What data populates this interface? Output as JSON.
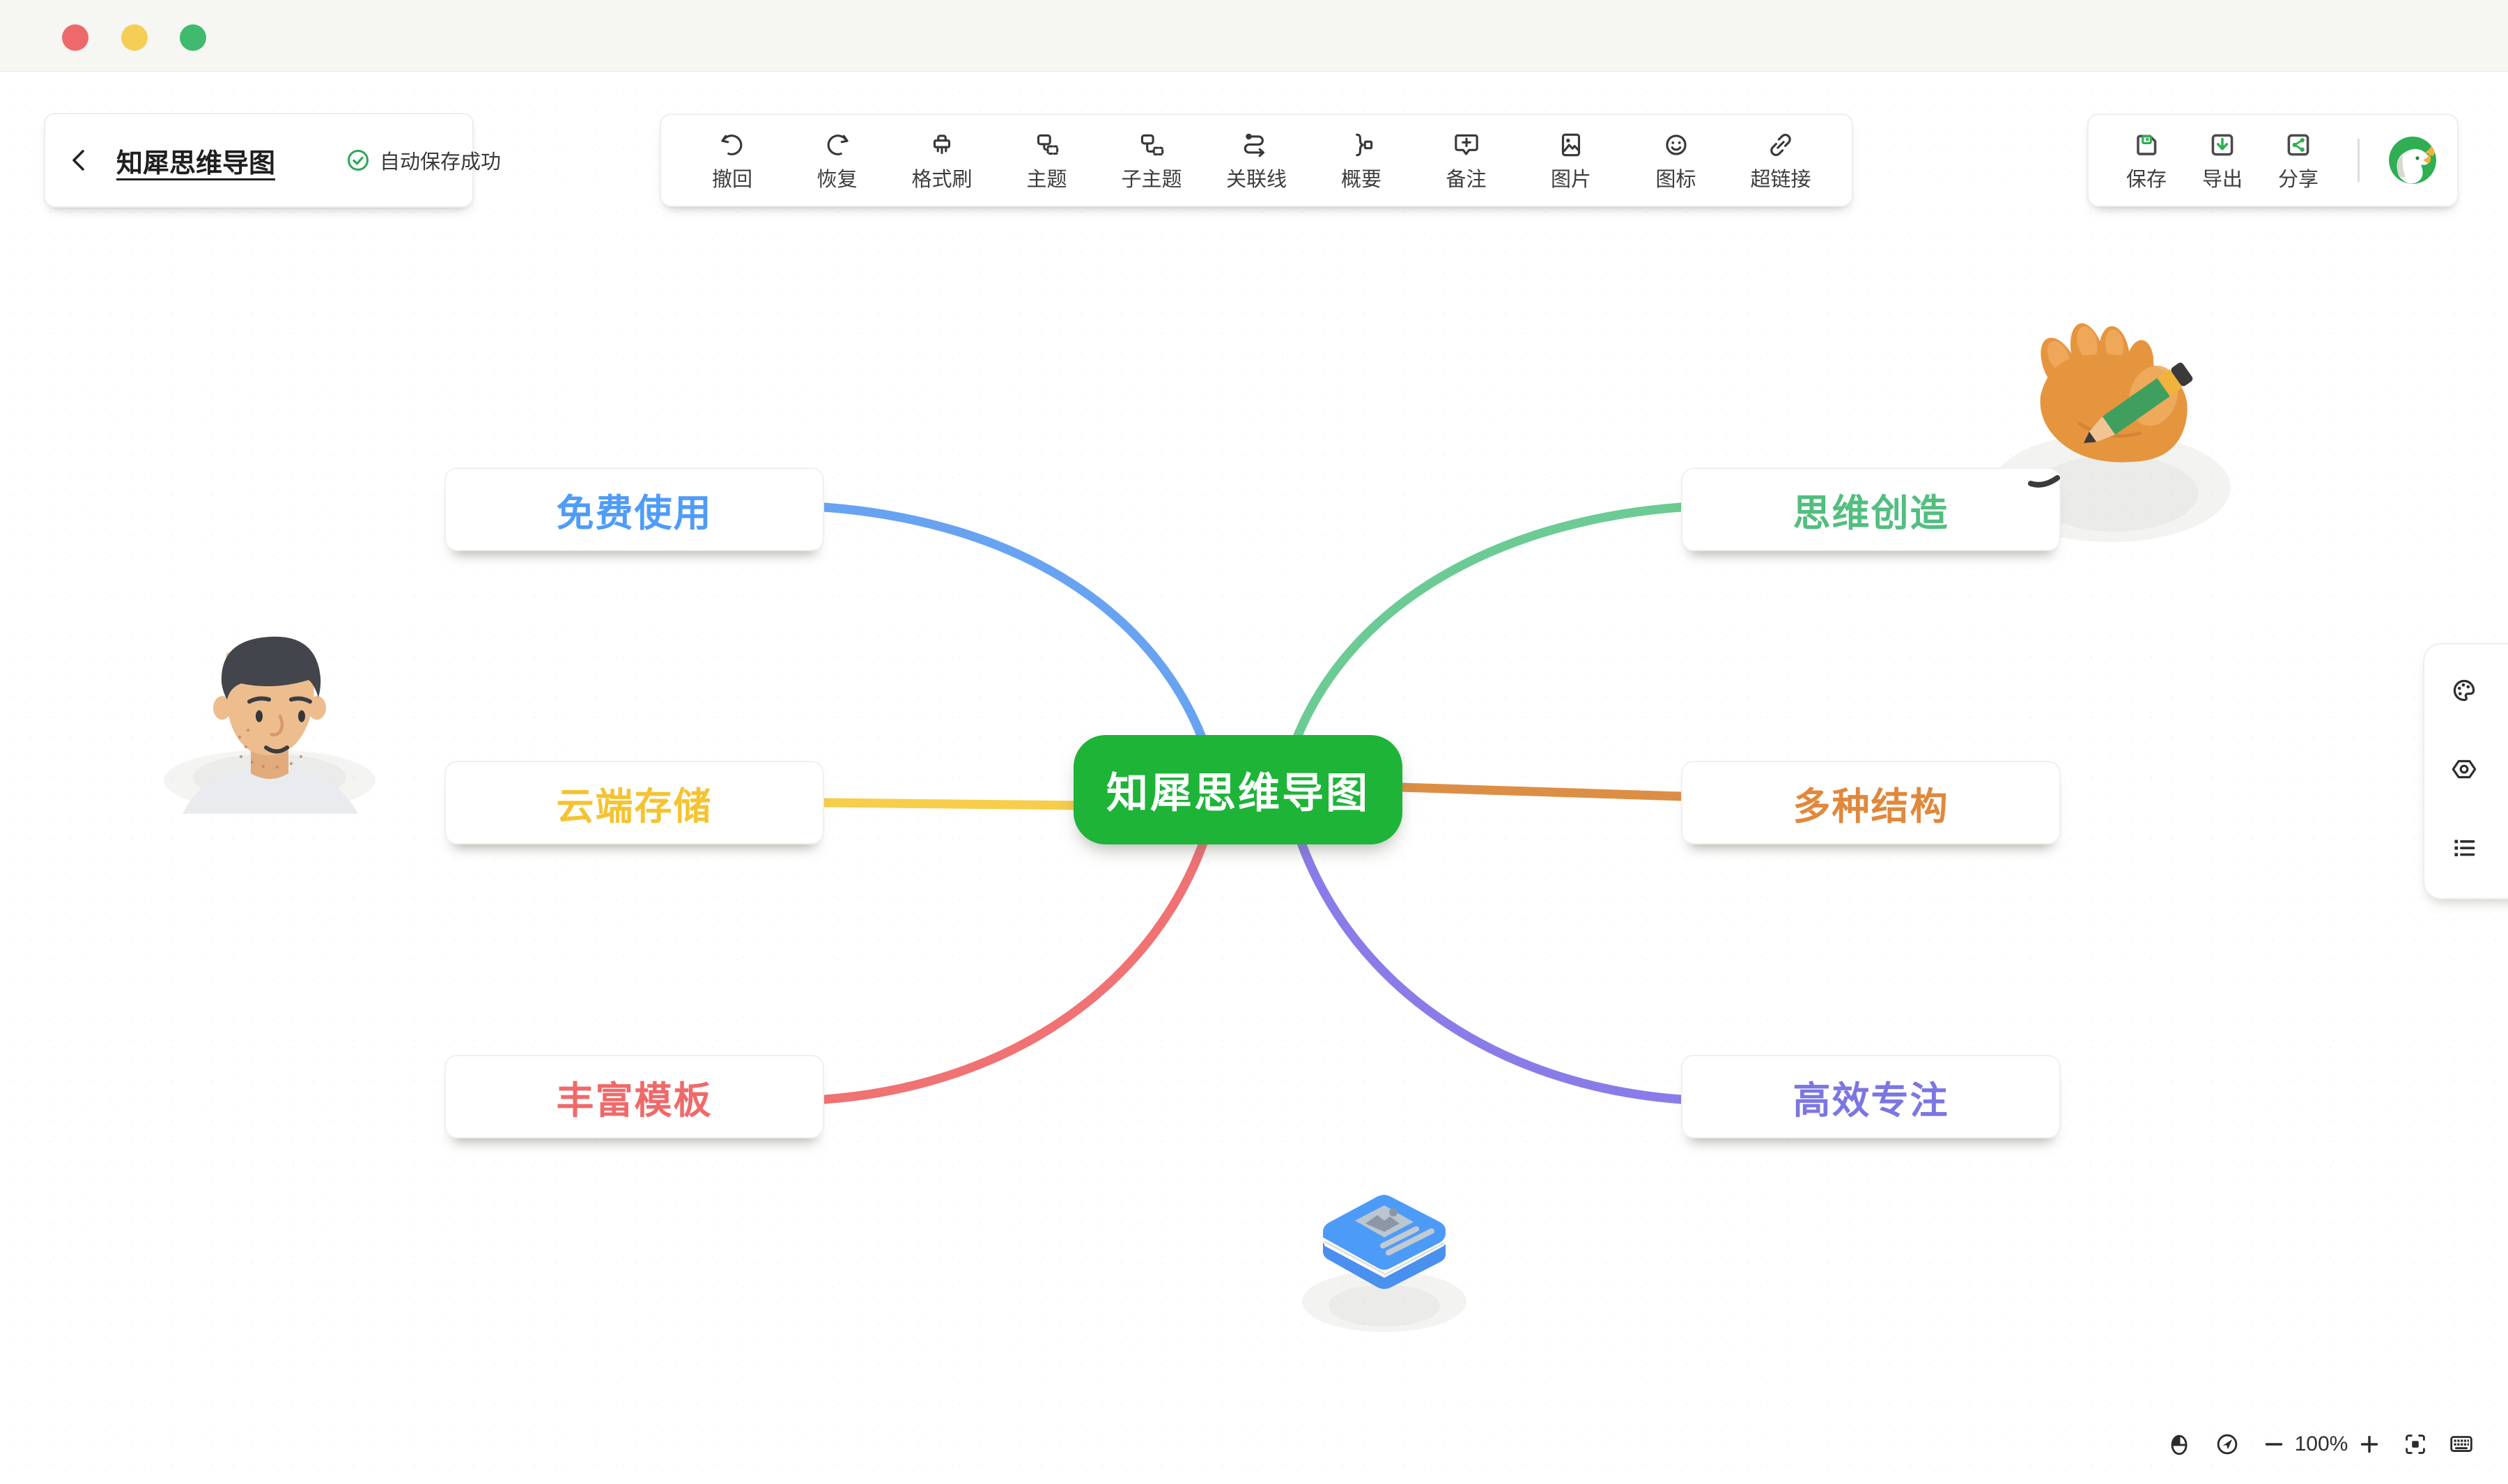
{
  "window_controls": {
    "close_color": "#ee6a6a",
    "minimize_color": "#f5ce55",
    "maximize_color": "#3fba6f"
  },
  "header": {
    "title": "知犀思维导图",
    "autosave": {
      "text": "自动保存成功",
      "color": "#2aa65a"
    },
    "toolbar_items": [
      {
        "id": "undo",
        "label": "撤回"
      },
      {
        "id": "redo",
        "label": "恢复"
      },
      {
        "id": "format-painter",
        "label": "格式刷"
      },
      {
        "id": "topic",
        "label": "主题"
      },
      {
        "id": "subtopic",
        "label": "子主题"
      },
      {
        "id": "relation-line",
        "label": "关联线"
      },
      {
        "id": "summary",
        "label": "概要"
      },
      {
        "id": "note",
        "label": "备注"
      },
      {
        "id": "image",
        "label": "图片"
      },
      {
        "id": "icon",
        "label": "图标"
      },
      {
        "id": "hyperlink",
        "label": "超链接"
      }
    ],
    "actions": [
      {
        "id": "save",
        "label": "保存"
      },
      {
        "id": "export",
        "label": "导出"
      },
      {
        "id": "share",
        "label": "分享"
      }
    ]
  },
  "mindmap": {
    "root": {
      "label": "知犀思维导图",
      "bg": "#1db438",
      "fg": "#ffffff"
    },
    "branches": [
      {
        "label": "免费使用",
        "color": "#4f9cf8",
        "line": "#68a3f2",
        "position": "top-left"
      },
      {
        "label": "云端存储",
        "color": "#f5c331",
        "line": "#f6ce4b",
        "position": "middle-left"
      },
      {
        "label": "丰富模板",
        "color": "#f0696a",
        "line": "#f07273",
        "position": "bottom-left"
      },
      {
        "label": "思维创造",
        "color": "#52be7f",
        "line": "#6ccb94",
        "position": "top-right"
      },
      {
        "label": "多种结构",
        "color": "#e0883b",
        "line": "#dd8e45",
        "position": "middle-right"
      },
      {
        "label": "高效专注",
        "color": "#7b76e1",
        "line": "#8a7ce8",
        "position": "bottom-right"
      }
    ],
    "decorations": [
      "man-illustration",
      "hand-with-pencil-illustration",
      "book-illustration"
    ]
  },
  "side_panel": {
    "items": [
      {
        "icon": "palette"
      },
      {
        "icon": "hexagon-settings"
      },
      {
        "icon": "outline-list"
      }
    ]
  },
  "footer_controls": {
    "zoom_level": "100%",
    "items": [
      {
        "icon": "mouse-mode"
      },
      {
        "icon": "navigate"
      },
      {
        "icon": "zoom-out"
      },
      {
        "icon": "zoom-in"
      },
      {
        "icon": "fit-screen"
      },
      {
        "icon": "keyboard-shortcuts"
      }
    ]
  }
}
